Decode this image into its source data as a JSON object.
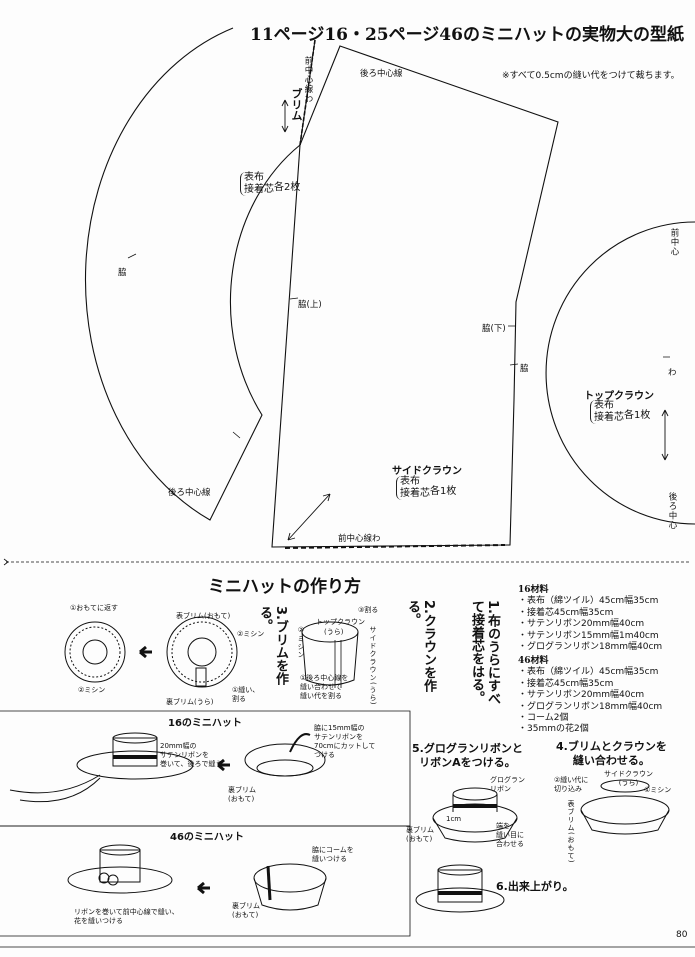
{
  "title": "11ページ16・25ページ46のミニハットの実物大の型紙",
  "seam_note": "※すべて0.5cmの縫い代をつけて裁ちます。",
  "brim": {
    "front_center_label": "前中心線わ",
    "name": "ブリム",
    "materials": [
      "表布",
      "接着芯"
    ],
    "qty": "各2枚",
    "side_label": "脇",
    "back_center_label": "後ろ中心線"
  },
  "side_crown": {
    "back_center_label": "後ろ中心線",
    "side_top_label": "脇(上)",
    "side_bottom_label": "脇(下)",
    "side_label": "脇",
    "name": "サイドクラウン",
    "materials": [
      "表布",
      "接着芯"
    ],
    "qty": "各1枚",
    "front_center_label": "前中心線わ"
  },
  "top_crown": {
    "front_center_label": "前中心",
    "fold_label": "わ",
    "name": "トップクラウン",
    "materials": [
      "表布",
      "接着芯"
    ],
    "qty": "各1枚",
    "back_center_label": "後ろ中心"
  },
  "howto": {
    "heading": "ミニハットの作り方",
    "step1": "1.布のうらにすべて接着芯をはる。",
    "step2": "2.クラウンを作る。",
    "step3": "3.ブリムを作る。",
    "step4": [
      "4.ブリムとクラウンを",
      "縫い合わせる。"
    ],
    "step5": [
      "5.グログランリボンと",
      "リボンAをつける。"
    ],
    "step6": "6.出来上がり。",
    "crown_diagram": {
      "top_crown": "トップクラウン",
      "top_crown_side": "(うら)",
      "cut": "③割る",
      "machine": "②ミシン",
      "side_crown": "サイドクラウン(うら)",
      "note": [
        "①後ろ中心線を",
        "縫い合わせて",
        "縫い代を割る"
      ]
    },
    "brim_diagram": {
      "turn": "①おもてに返す",
      "machine_left": "②ミシン",
      "outer_brim": "表ブリム(おもて)",
      "machine_right": "②ミシン",
      "inner_brim": "裏ブリム(うら)",
      "sew_cut": [
        "①縫い、",
        "割る"
      ]
    },
    "hat16": {
      "heading": "16のミニハット",
      "ribbon_note": [
        "20mm幅の",
        "サテンリボンを",
        "巻いて、後ろで縫う"
      ],
      "side_note": [
        "脇に15mm幅の",
        "サテンリボンを",
        "70cmにカットして",
        "つける"
      ],
      "inner_brim": [
        "裏ブリム",
        "(おもて)"
      ]
    },
    "hat46": {
      "heading": "46のミニハット",
      "comb_note": [
        "脇にコームを",
        "縫いつける"
      ],
      "inner_brim": [
        "裏ブリム",
        "(おもて)"
      ],
      "ribbon_note": [
        "リボンを巻いて前中心線で縫い、",
        "花を縫いつける"
      ]
    },
    "step4_diagram": {
      "seam_cut": [
        "②縫い代に",
        "切り込み"
      ],
      "side_crown": [
        "サイドクラウン",
        "(うら)"
      ],
      "machine": "①ミシン",
      "outer_brim": "表ブリム(おもて)"
    },
    "step5_diagram": {
      "grosgrain": [
        "グログラン",
        "リボン"
      ],
      "one_cm": "1cm",
      "inner_brim": [
        "裏ブリム",
        "(おもて)"
      ],
      "align": [
        "端を",
        "縫い目に",
        "合わせる"
      ]
    }
  },
  "materials16": {
    "head": "16材料",
    "items": [
      "・表布（綿ツイル）45cm幅35cm",
      "・接着芯45cm幅35cm",
      "・サテンリボン20mm幅40cm",
      "・サテンリボン15mm幅1m40cm",
      "・グログランリボン18mm幅40cm"
    ]
  },
  "materials46": {
    "head": "46材料",
    "items": [
      "・表布（綿ツイル）45cm幅35cm",
      "・接着芯45cm幅35cm",
      "・サテンリボン20mm幅40cm",
      "・グログランリボン18mm幅40cm",
      "・コーム2個",
      "・35mmの花2個"
    ]
  },
  "page_number": "80"
}
